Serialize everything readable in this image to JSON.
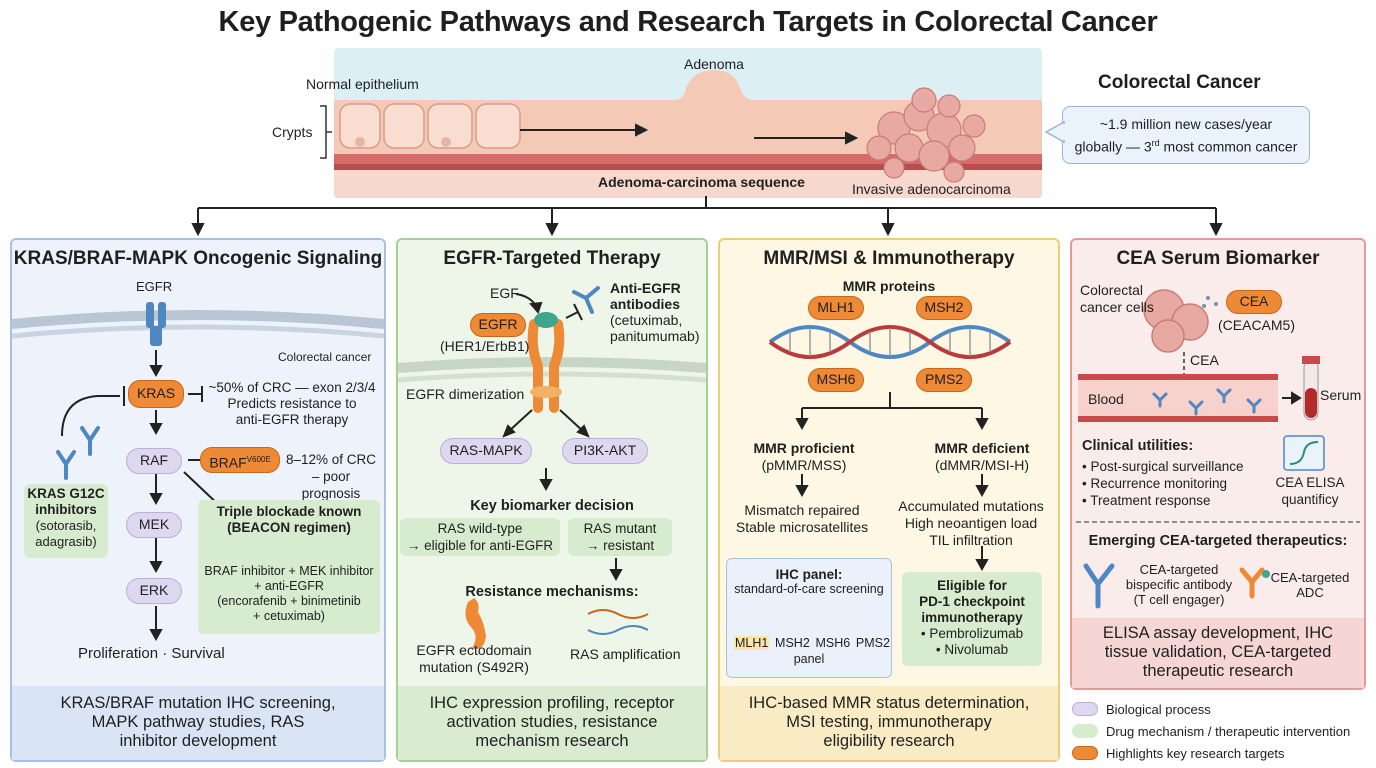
{
  "title": "Key Pathogenic Pathways and Research Targets in Colorectal Cancer",
  "banner": {
    "normal_epithelium": "Normal epithelium",
    "adenoma": "Adenoma",
    "crypts": "Crypts",
    "sequence": "Adenoma-carcinoma sequence",
    "invasive": "Invasive adenocarcinoma"
  },
  "crc": {
    "heading": "Colorectal Cancer",
    "stat_line1": "~1.9 million new cases/year",
    "stat_line2_pre": "globally — 3",
    "stat_sup": "rd",
    "stat_line2_post": " most common cancer"
  },
  "panel1": {
    "title": "KRAS/BRAF-MAPK Oncogenic Signaling",
    "egfr": "EGFR",
    "membrane": "Colorectal cancer",
    "kras": "KRAS",
    "kras_note1": "~50% of CRC — exon 2/3/4",
    "kras_note2": "Predicts resistance to",
    "kras_note3": "anti-EGFR therapy",
    "raf": "RAF",
    "braf": "BRAF",
    "braf_sup": "V600E",
    "braf_note1": "8–12% of CRC",
    "braf_note2": "– poor prognosis",
    "mek": "MEK",
    "erk": "ERK",
    "outcome": "Proliferation · Survival",
    "g12c_title1": "KRAS G12C",
    "g12c_title2": "inhibitors",
    "g12c_drugs1": "(sotorasib,",
    "g12c_drugs2": "adagrasib)",
    "beacon_title1": "Triple blockade known",
    "beacon_title2": "(BEACON regimen)",
    "beacon_l1": "BRAF inhibitor + MEK inhibitor",
    "beacon_l2": "+ anti-EGFR",
    "beacon_l3": "(encorafenib + binimetinib",
    "beacon_l4": "+ cetuximab)",
    "footer1": "KRAS/BRAF mutation IHC screening,",
    "footer2": "MAPK pathway studies, RAS",
    "footer3": "inhibitor development"
  },
  "panel2": {
    "title": "EGFR-Targeted Therapy",
    "egf": "EGF",
    "egfr": "EGFR",
    "egfr_alias": "(HER1/ErbB1)",
    "ab_title1": "Anti-EGFR",
    "ab_title2": "antibodies",
    "ab_drugs1": "(cetuximab,",
    "ab_drugs2": "panitumumab)",
    "dimerization": "EGFR dimerization",
    "ras_mapk": "RAS-MAPK",
    "pi3k": "PI3K-AKT",
    "decision": "Key biomarker decision",
    "wt1": "RAS wild-type",
    "wt2": "→ eligible for anti-EGFR",
    "mut1": "RAS mutant",
    "mut2": "→ resistant",
    "resistance": "Resistance mechanisms:",
    "ecto1": "EGFR ectodomain",
    "ecto2": "mutation (S492R)",
    "amp": "RAS amplification",
    "footer1": "IHC expression profiling, receptor",
    "footer2": "activation studies, resistance",
    "footer3": "mechanism research"
  },
  "panel3": {
    "title": "MMR/MSI & Immunotherapy",
    "proteins": "MMR proteins",
    "mlh1": "MLH1",
    "msh2": "MSH2",
    "msh6": "MSH6",
    "pms2": "PMS2",
    "prof1": "MMR proficient",
    "prof2": "(pMMR/MSS)",
    "def1": "MMR deficient",
    "def2": "(dMMR/MSI-H)",
    "prof_out1": "Mismatch repaired",
    "prof_out2": "Stable microsatellites",
    "def_out1": "Accumulated mutations",
    "def_out2": "High neoantigen load",
    "def_out3": "TIL infiltration",
    "ihc_title": "IHC panel:",
    "ihc_sub": "standard-of-care screening",
    "ihc_panel": "panel",
    "pd1_1": "Eligible for",
    "pd1_2": "PD-1 checkpoint",
    "pd1_3": "immunotherapy",
    "pd1_d1": "• Pembrolizumab",
    "pd1_d2": "• Nivolumab",
    "footer1": "IHC-based MMR status determination,",
    "footer2": "MSI testing, immunotherapy",
    "footer3": "eligibility research"
  },
  "panel4": {
    "title": "CEA Serum Biomarker",
    "cells1": "Colorectal",
    "cells2": "cancer cells",
    "cea": "CEA",
    "ceacam": "(CEACAM5)",
    "cea_small": "CEA",
    "blood": "Blood",
    "serum": "Serum",
    "utilities": "Clinical utilities:",
    "u1": "• Post-surgical surveillance",
    "u2": "• Recurrence monitoring",
    "u3": "• Treatment response",
    "elisa1": "CEA ELISA",
    "elisa2": "quantificy",
    "emerging": "Emerging CEA-targeted therapeutics:",
    "bs1": "CEA-targeted",
    "bs2": "bispecific antibody",
    "bs3": "(T cell engager)",
    "adc1": "CEA-targeted",
    "adc2": "ADC",
    "footer1": "ELISA assay development, IHC",
    "footer2": "tissue validation, CEA-targeted",
    "footer3": "therapeutic research"
  },
  "legend": {
    "bio": "Biological process",
    "drug": "Drug mechanism / therapeutic intervention",
    "target": "Highlights key research targets"
  },
  "colors": {
    "bio": "#ddd8ef",
    "drug": "#d7ebcf",
    "target": "#ee8a35",
    "panel_blue": "#eef3fb",
    "panel_green": "#eef6ea",
    "panel_yellow": "#fdf7e4",
    "panel_red": "#fbecec"
  }
}
